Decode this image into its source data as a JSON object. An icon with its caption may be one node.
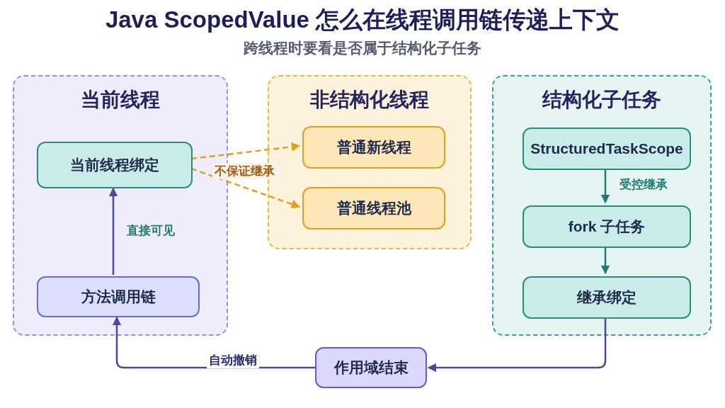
{
  "diagram": {
    "title": "Java ScopedValue 怎么在线程调用链传递上下文",
    "nodes": [
      {
        "text": [
          "当前线程"
        ]
      },
      {
        "text": [
          "当前线程绑定"
        ],
        "in": 0
      },
      {
        "text": [
          "方法调用链"
        ],
        "in": 0
      },
      {
        "text": [
          "非结构化线程"
        ]
      },
      {
        "text": [
          "普通新线程"
        ],
        "in": 3
      },
      {
        "text": [
          "普通线程池"
        ],
        "in": 3
      },
      {
        "text": [
          "结构化子任务"
        ]
      },
      {
        "text": [
          "StructuredTaskScope"
        ],
        "in": 6
      },
      {
        "text": [
          "fork 子任务"
        ],
        "in": 6
      },
      {
        "text": [
          "继承绑定"
        ],
        "in": 6
      },
      {
        "text": [
          "作用域结束"
        ]
      }
    ],
    "edges": [
      {
        "from": 2,
        "to": 1,
        "arrow": "to",
        "label": "直接可见"
      },
      {
        "from": 1,
        "to": 4,
        "arrow": "to",
        "style": "dashed",
        "color": "#e0a020",
        "label": "不保证继承"
      },
      {
        "from": 1,
        "to": 5,
        "arrow": "to",
        "style": "dashed",
        "color": "#e0a020"
      },
      {
        "from": 7,
        "to": 8,
        "arrow": "to",
        "color": "#237a70",
        "label": "受控继承"
      },
      {
        "from": 8,
        "to": 9,
        "arrow": "to",
        "color": "#237a70"
      },
      {
        "from": 9,
        "to": 10,
        "arrow": "to"
      },
      {
        "from": 10,
        "to": 2,
        "arrow": "to",
        "label": "自动撤销"
      }
    ],
    "labels": [
      "跨线程时要看是否属于结构化子任务"
    ]
  }
}
